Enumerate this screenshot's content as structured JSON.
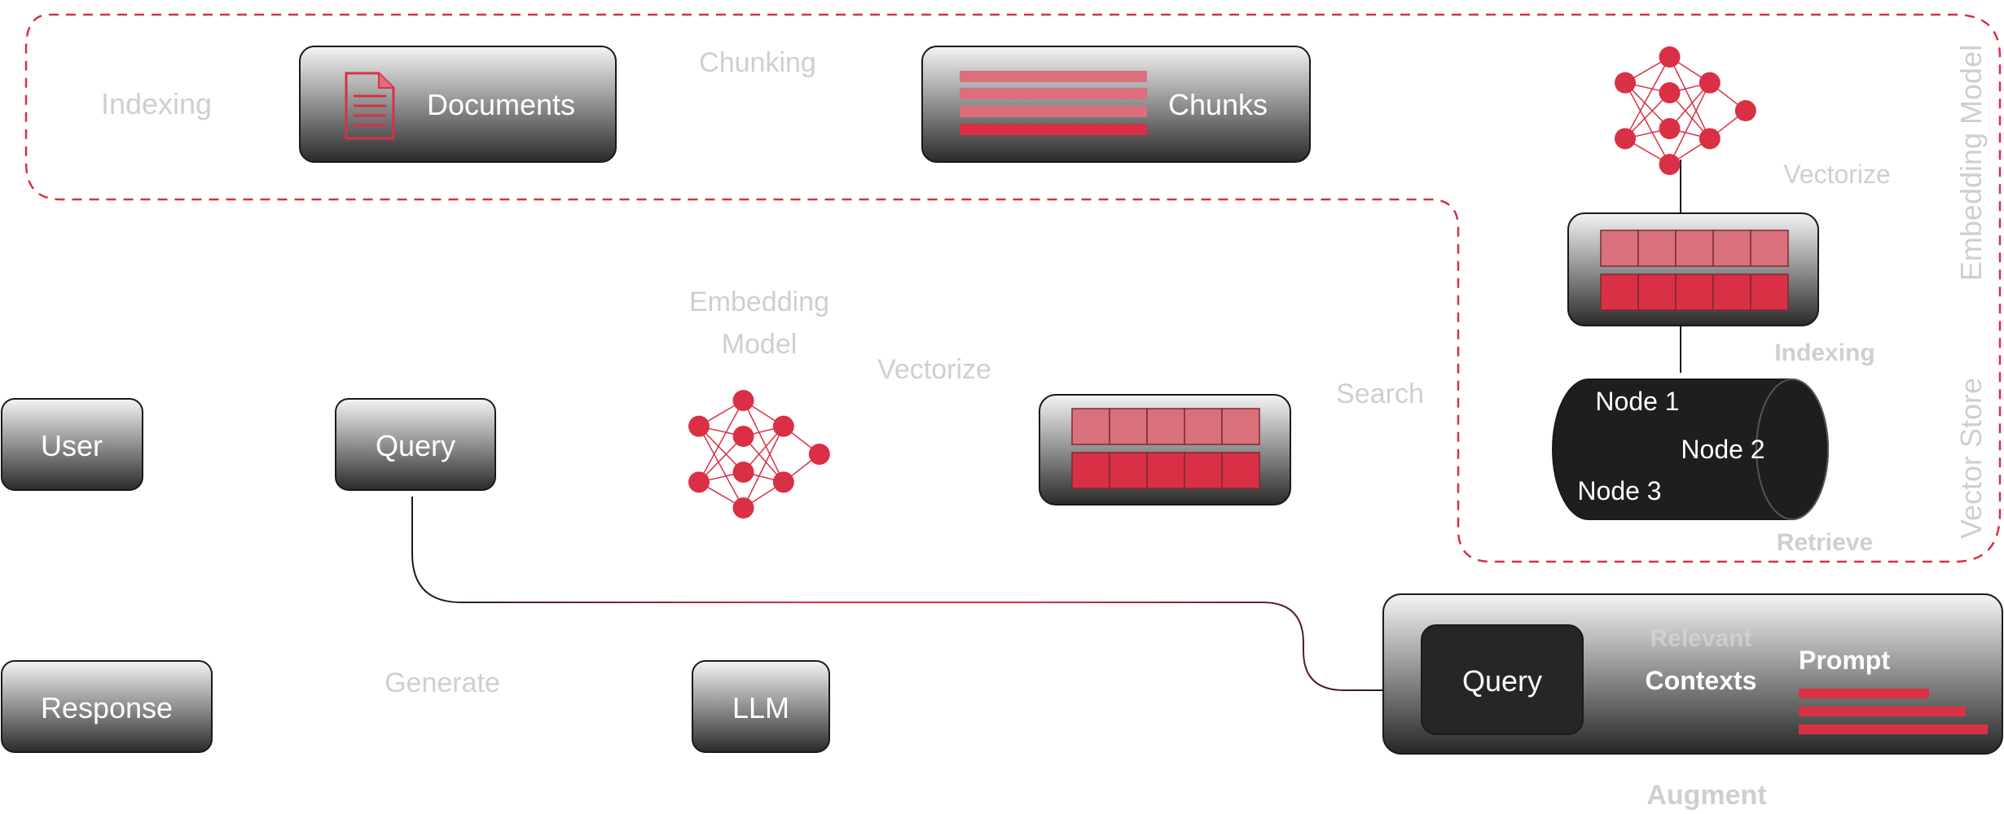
{
  "colors": {
    "accent": "#d93045",
    "accent_light": "#d9707c",
    "label_gray": "#cfcfcf",
    "node_dark": "#2b2b2b",
    "node_text": "#ffffff",
    "line": "#1a1a1a"
  },
  "indexing_section": {
    "title": "Indexing",
    "documents_label": "Documents",
    "documents_icon": "document-icon",
    "chunking_label": "Chunking",
    "chunks_label": "Chunks",
    "embedding_model_label": "Embedding Model",
    "vectorize_label": "Vectorize",
    "indexing_label": "Indexing"
  },
  "vector_store": {
    "title": "Vector Store",
    "nodes": [
      "Node 1",
      "Node 2",
      "Node 3"
    ],
    "retrieve_label": "Retrieve"
  },
  "query_flow": {
    "user_label": "User",
    "query_label": "Query",
    "embedding_model_line1": "Embedding",
    "embedding_model_line2": "Model",
    "vectorize_label": "Vectorize",
    "search_label": "Search"
  },
  "generation_flow": {
    "response_label": "Response",
    "generate_label": "Generate",
    "llm_label": "LLM"
  },
  "augment": {
    "query_label": "Query",
    "relevant_label": "Relevant",
    "contexts_label": "Contexts",
    "prompt_label": "Prompt",
    "augment_label": "Augment"
  }
}
